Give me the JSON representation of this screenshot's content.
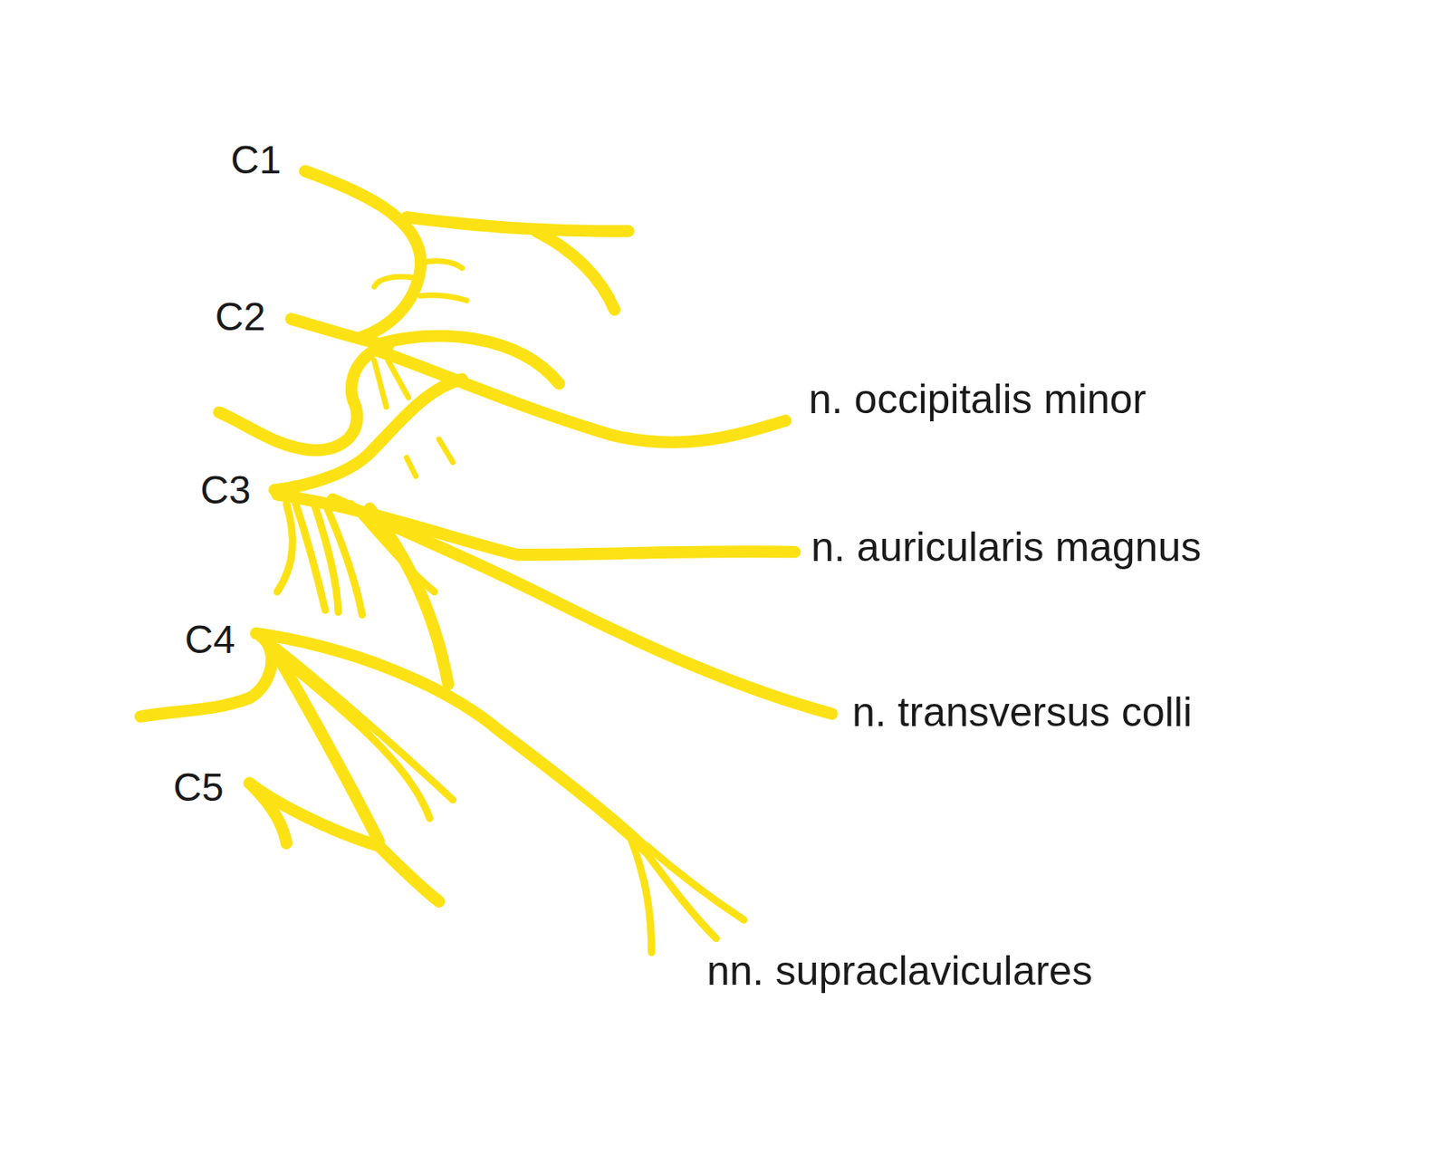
{
  "diagram": {
    "labels": [
      "C1",
      "C2",
      "C3",
      "C4",
      "C5",
      "n. occipitalis minor",
      "n. auricularis magnus",
      "n. transversus colli",
      "nn. supraclaviculares"
    ]
  }
}
